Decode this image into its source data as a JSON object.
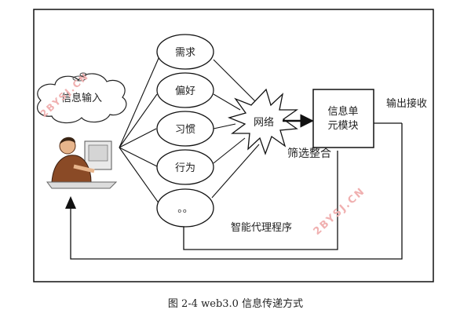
{
  "nodes": {
    "cloud": "信息输入",
    "ellipses": [
      "需求",
      "偏好",
      "习惯",
      "行为",
      "。。"
    ],
    "network": "网络",
    "module": [
      "信息单",
      "元模块"
    ]
  },
  "labels": {
    "output": "输出接收",
    "filter": "筛选整合",
    "agent": "智能代理程序"
  },
  "watermarks": [
    "2BYSJ.CN",
    "2BYSJ.CN"
  ],
  "caption": "图 2-4 web3.0 信息传递方式"
}
